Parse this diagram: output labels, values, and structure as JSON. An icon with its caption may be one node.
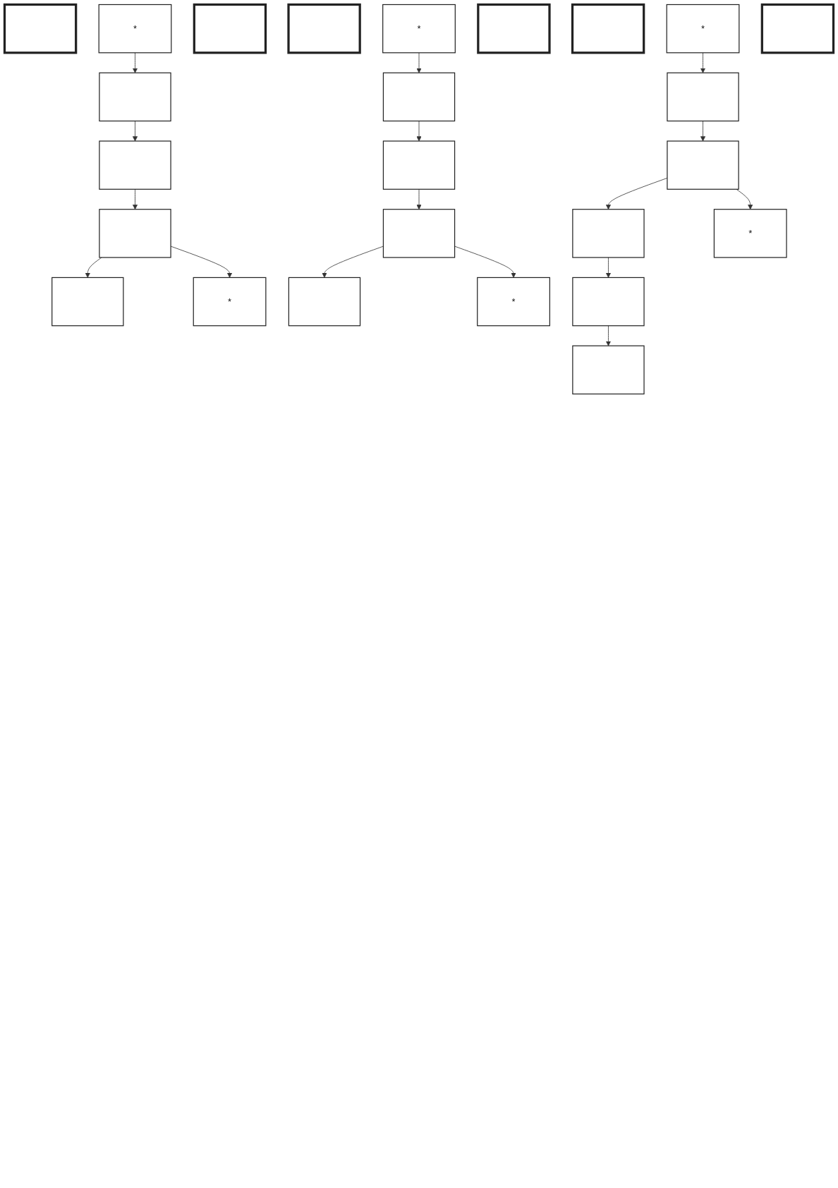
{
  "diagram": {
    "nodes": [
      {
        "text": [],
        "shape": "box"
      },
      {
        "text": [
          "*"
        ]
      },
      {
        "text": [],
        "shape": "box"
      },
      {
        "text": [],
        "shape": "box"
      },
      {
        "text": [],
        "shape": "box"
      },
      {
        "text": [],
        "shape": "box"
      },
      {
        "text": [],
        "shape": "box"
      },
      {
        "text": [
          "*"
        ]
      },
      {
        "text": [],
        "shape": "box"
      },
      {
        "text": [
          "*"
        ]
      },
      {
        "text": [],
        "shape": "box"
      },
      {
        "text": [],
        "shape": "box"
      },
      {
        "text": [],
        "shape": "box"
      },
      {
        "text": [],
        "shape": "box"
      },
      {
        "text": [],
        "shape": "box"
      },
      {
        "text": [
          "*"
        ]
      },
      {
        "text": [],
        "shape": "box"
      },
      {
        "text": [
          "*"
        ]
      },
      {
        "text": [],
        "shape": "box"
      },
      {
        "text": [],
        "shape": "box"
      },
      {
        "text": [],
        "shape": "box"
      },
      {
        "text": [],
        "shape": "box"
      },
      {
        "text": [
          "*"
        ]
      },
      {
        "text": [],
        "shape": "box"
      },
      {
        "text": [],
        "shape": "box"
      }
    ],
    "edges": [
      {
        "from": 1,
        "to": 2,
        "arrow": "to"
      },
      {
        "from": 2,
        "to": 4,
        "arrow": "to"
      },
      {
        "from": 4,
        "to": 5,
        "arrow": "to"
      },
      {
        "from": 5,
        "to": 6,
        "arrow": "to"
      },
      {
        "from": 5,
        "to": 7,
        "arrow": "to"
      },
      {
        "from": 9,
        "to": 10,
        "arrow": "to"
      },
      {
        "from": 10,
        "to": 12,
        "arrow": "to"
      },
      {
        "from": 12,
        "to": 13,
        "arrow": "to"
      },
      {
        "from": 13,
        "to": 14,
        "arrow": "to"
      },
      {
        "from": 13,
        "to": 15,
        "arrow": "to"
      },
      {
        "from": 17,
        "to": 18,
        "arrow": "to"
      },
      {
        "from": 18,
        "to": 20,
        "arrow": "to"
      },
      {
        "from": 20,
        "to": 21,
        "arrow": "to"
      },
      {
        "from": 20,
        "to": 22,
        "arrow": "to"
      },
      {
        "from": 21,
        "to": 23,
        "arrow": "to"
      },
      {
        "from": 23,
        "to": 24,
        "arrow": "to"
      }
    ]
  }
}
